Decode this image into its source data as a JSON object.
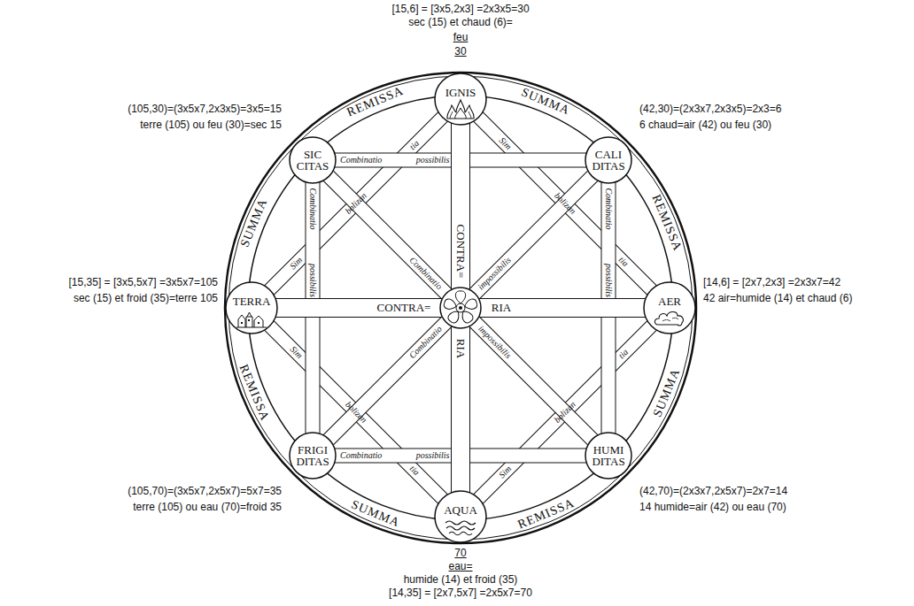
{
  "diagram": {
    "nodes": [
      {
        "text": [
          "IGNIS"
        ]
      },
      {
        "text": [
          "SIC CITAS"
        ]
      },
      {
        "text": [
          "CALI DITAS"
        ]
      },
      {
        "text": [
          "TERRA"
        ]
      },
      {
        "text": [
          "AER"
        ]
      },
      {
        "text": [
          "FRIGI DITAS"
        ]
      },
      {
        "text": [
          "HUMI DITAS"
        ]
      },
      {
        "text": [
          "AQUA"
        ]
      }
    ],
    "edges": [
      {
        "from": 1,
        "to": 2,
        "arrow": "none",
        "label": "Combinatio possibilis"
      },
      {
        "from": 1,
        "to": 5,
        "arrow": "none",
        "label": "Combinatio possibilis"
      },
      {
        "from": 2,
        "to": 6,
        "arrow": "none",
        "label": "Combinatio possibilis"
      },
      {
        "from": 5,
        "to": 6,
        "arrow": "none",
        "label": "Combinatio possibilis"
      },
      {
        "from": 1,
        "to": 6,
        "arrow": "none",
        "label": "Combinatio impossibilis"
      },
      {
        "from": 5,
        "to": 2,
        "arrow": "none",
        "label": "Combinatio impossibilis"
      },
      {
        "from": 0,
        "to": 4,
        "arrow": "none",
        "label": "Sim bolizan tia"
      },
      {
        "from": 4,
        "to": 7,
        "arrow": "none",
        "label": "Sim bolizan tia"
      },
      {
        "from": 7,
        "to": 3,
        "arrow": "none",
        "label": "Sim bolizan tia"
      },
      {
        "from": 3,
        "to": 0,
        "arrow": "none",
        "label": "Sim bolizan tia"
      },
      {
        "from": 0,
        "to": 7,
        "arrow": "none",
        "label": "CONTRA= RIA"
      },
      {
        "from": 3,
        "to": 4,
        "arrow": "none",
        "label": "CONTRA= RIA"
      }
    ],
    "labels": [
      "[15,6] = [3x5,2x3] =2x3x5=30",
      "sec (15) et chaud (6)=",
      "feu",
      "30",
      "(105,30)=(3x5x7,2x3x5)=3x5=15",
      "terre (105) ou feu (30)=sec 15",
      "(42,30)=(2x3x7,2x3x5)=2x3=6",
      "6 chaud=air (42) ou feu (30)",
      "REMISSA",
      "SUMMA",
      "SUMMA",
      "REMISSA",
      "[15,35] = [3x5,5x7] =3x5x7=105",
      "sec (15) et froid (35)=terre 105",
      "[14,6] = [2x7,2x3] =2x3x7=42",
      "42 air=humide (14) et chaud (6)",
      "REMISSA",
      "SUMMA",
      "(105,70)=(3x5x7,2x5x7)=5x7=35",
      "terre (105) ou eau (70)=froid 35",
      "(42,70)=(2x3x7,2x5x7)=2x7=14",
      "14 humide=air (42) ou eau (70)",
      "SUMMA",
      "REMISSA",
      "70",
      "eau=",
      "humide (14) et froid (35)",
      "[14,35] = [2x7,5x7] =2x5x7=70"
    ]
  }
}
